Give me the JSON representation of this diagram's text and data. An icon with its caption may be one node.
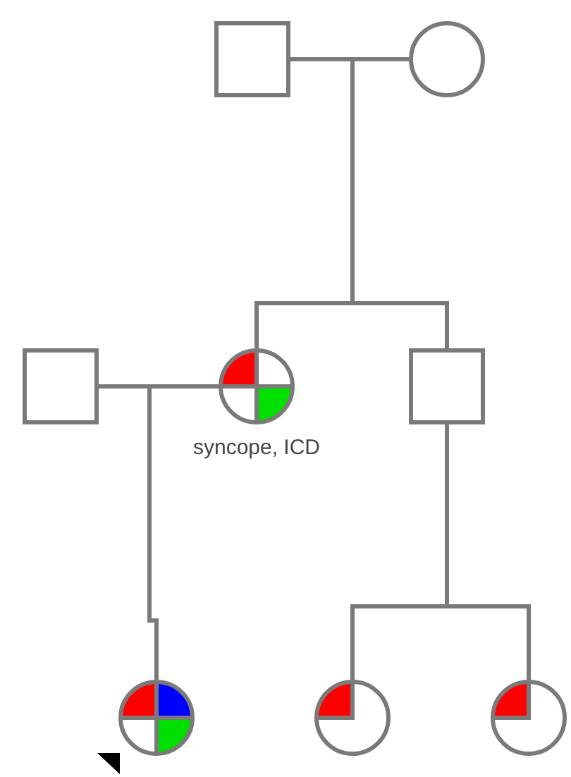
{
  "diagram": {
    "nodes": [
      {
        "text": [],
        "shape": "box"
      },
      {
        "text": [],
        "shape": "circle"
      },
      {
        "text": [],
        "shape": "box"
      },
      {
        "text": [],
        "shape": "circle",
        "beside": [
          "syncope, ICD"
        ]
      },
      {
        "text": [],
        "shape": "box"
      },
      {
        "text": [],
        "shape": "circle"
      },
      {
        "text": [],
        "shape": "circle"
      },
      {
        "text": [],
        "shape": "circle"
      }
    ],
    "edges": [
      {
        "from": 0,
        "to": 1,
        "arrow": "none"
      },
      {
        "from": 0,
        "to": 3,
        "arrow": "none"
      },
      {
        "from": 1,
        "to": 3,
        "arrow": "none"
      },
      {
        "from": 0,
        "to": 4,
        "arrow": "none"
      },
      {
        "from": 1,
        "to": 4,
        "arrow": "none"
      },
      {
        "from": 2,
        "to": 3,
        "arrow": "none"
      },
      {
        "from": 2,
        "to": 5,
        "arrow": "none"
      },
      {
        "from": 3,
        "to": 5,
        "arrow": "none"
      },
      {
        "from": 4,
        "to": 6,
        "arrow": "none"
      },
      {
        "from": 4,
        "to": 7,
        "arrow": "none"
      }
    ]
  }
}
